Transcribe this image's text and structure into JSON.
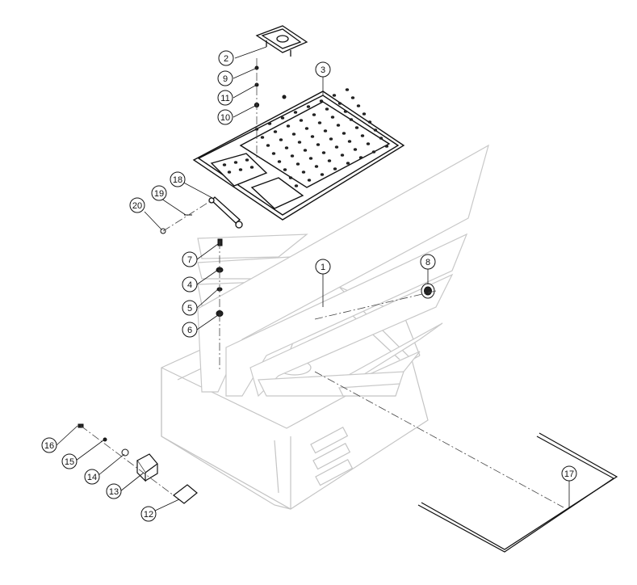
{
  "diagram": {
    "type": "exploded-parts-view",
    "colors": {
      "line": "#111111",
      "ghost": "#bdbdbd",
      "panel_stroke": "#cfcfcf",
      "background": "#ffffff"
    },
    "callouts": [
      {
        "label": "1",
        "part": "insulation-panel-set"
      },
      {
        "label": "2",
        "part": "top-handle-cover"
      },
      {
        "label": "3",
        "part": "perforated-lid-plate"
      },
      {
        "label": "4",
        "part": "washer"
      },
      {
        "label": "5",
        "part": "lock-washer"
      },
      {
        "label": "6",
        "part": "nut"
      },
      {
        "label": "7",
        "part": "bolt"
      },
      {
        "label": "8",
        "part": "grommet"
      },
      {
        "label": "9",
        "part": "small-washer"
      },
      {
        "label": "10",
        "part": "small-nut"
      },
      {
        "label": "11",
        "part": "small-lock-washer"
      },
      {
        "label": "12",
        "part": "plate"
      },
      {
        "label": "13",
        "part": "hinge-bracket"
      },
      {
        "label": "14",
        "part": "flat-washer"
      },
      {
        "label": "15",
        "part": "spring-washer"
      },
      {
        "label": "16",
        "part": "screw"
      },
      {
        "label": "17",
        "part": "seal-strip"
      },
      {
        "label": "18",
        "part": "hinge-rod"
      },
      {
        "label": "19",
        "part": "split-pin"
      },
      {
        "label": "20",
        "part": "pin"
      }
    ]
  }
}
